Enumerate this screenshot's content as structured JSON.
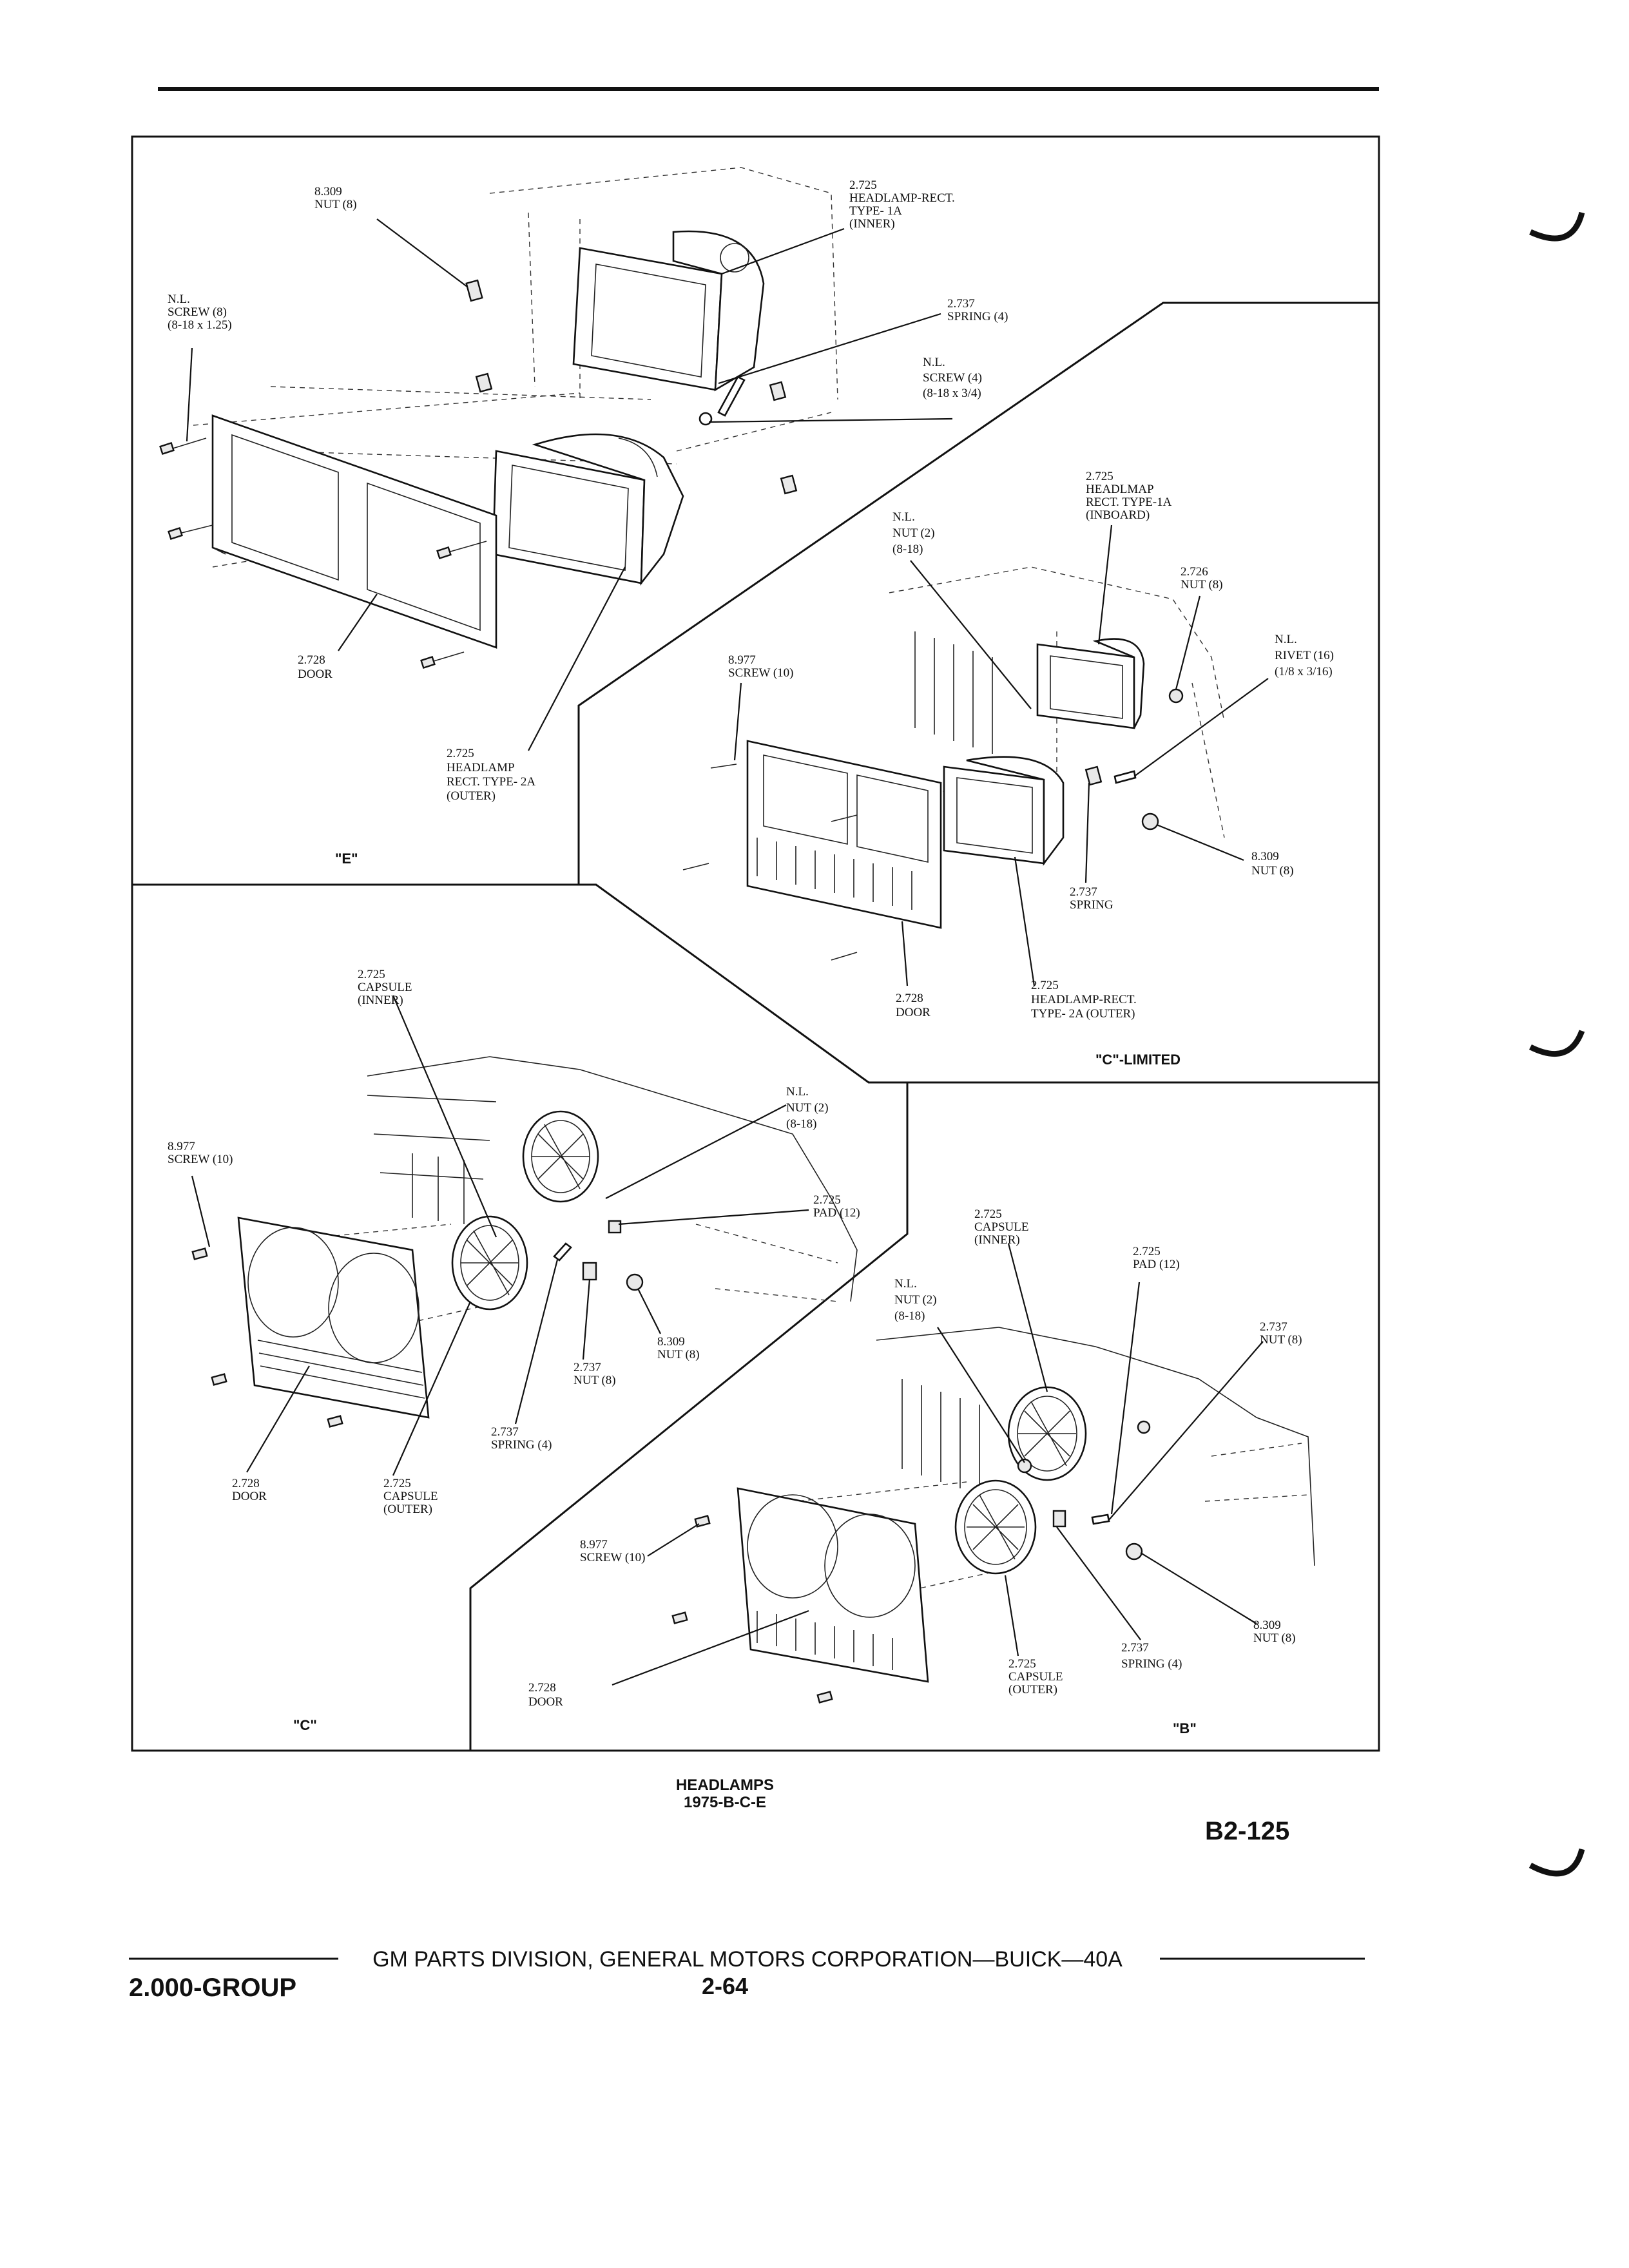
{
  "caption": {
    "title": "HEADLAMPS",
    "subtitle": "1975-B-C-E"
  },
  "figure_ref": "B2-125",
  "footer": {
    "group": "2.000-GROUP",
    "publisher": "GM PARTS DIVISION, GENERAL MOTORS CORPORATION—BUICK—40A",
    "page": "2-64"
  },
  "panels": {
    "E": {
      "tag": "\"E\"",
      "labels": {
        "nut_top": [
          "8.309",
          "NUT (8)"
        ],
        "headlamp_inner": [
          "2.725",
          "HEADLAMP-RECT.",
          "TYPE- 1A",
          "(INNER)"
        ],
        "screw_left": [
          "N.L.",
          "SCREW (8)",
          "(8-18 x 1.25)"
        ],
        "spring": [
          "2.737",
          "SPRING (4)"
        ],
        "screw_right": [
          "N.L.",
          "SCREW (4)",
          "(8-18 x 3/4)"
        ],
        "door": [
          "2.728",
          "DOOR"
        ],
        "headlamp_outer": [
          "2.725",
          "HEADLAMP",
          "RECT. TYPE- 2A",
          "(OUTER)"
        ]
      }
    },
    "C_LIMITED": {
      "tag": "\"C\"-LIMITED",
      "labels": {
        "headlamp_inboard": [
          "2.725",
          "HEADLMAP",
          "RECT. TYPE-1A",
          "(INBOARD)"
        ],
        "nut_nl": [
          "N.L.",
          "NUT (2)",
          "(8-18)"
        ],
        "nut_726": [
          "2.726",
          "NUT (8)"
        ],
        "rivet": [
          "N.L.",
          "RIVET (16)",
          "(1/8 x 3/16)"
        ],
        "screw": [
          "8.977",
          "SCREW (10)"
        ],
        "nut_309": [
          "8.309",
          "NUT (8)"
        ],
        "spring": [
          "2.737",
          "SPRING"
        ],
        "door": [
          "2.728",
          "DOOR"
        ],
        "headlamp_outer": [
          "2.725",
          "HEADLAMP-RECT.",
          "TYPE- 2A (OUTER)"
        ]
      }
    },
    "C": {
      "tag": "\"C\"",
      "labels": {
        "capsule_inner": [
          "2.725",
          "CAPSULE",
          "(INNER)"
        ],
        "nut_nl": [
          "N.L.",
          "NUT (2)",
          "(8-18)"
        ],
        "screw": [
          "8.977",
          "SCREW (10)"
        ],
        "pad": [
          "2.725",
          "PAD (12)"
        ],
        "nut_309": [
          "8.309",
          "NUT (8)"
        ],
        "nut_737": [
          "2.737",
          "NUT (8)"
        ],
        "spring": [
          "2.737",
          "SPRING (4)"
        ],
        "door": [
          "2.728",
          "DOOR"
        ],
        "capsule_outer": [
          "2.725",
          "CAPSULE",
          "(OUTER)"
        ]
      }
    },
    "B": {
      "tag": "\"B\"",
      "labels": {
        "capsule_inner": [
          "2.725",
          "CAPSULE",
          "(INNER)"
        ],
        "pad": [
          "2.725",
          "PAD (12)"
        ],
        "nut_nl": [
          "N.L.",
          "NUT (2)",
          "(8-18)"
        ],
        "nut_737": [
          "2.737",
          "NUT (8)"
        ],
        "screw": [
          "8.977",
          "SCREW (10)"
        ],
        "nut_309": [
          "8.309",
          "NUT (8)"
        ],
        "spring": [
          "2.737",
          "SPRING (4)"
        ],
        "capsule_outer": [
          "2.725",
          "CAPSULE",
          "(OUTER)"
        ],
        "door": [
          "2.728",
          "DOOR"
        ]
      }
    }
  }
}
